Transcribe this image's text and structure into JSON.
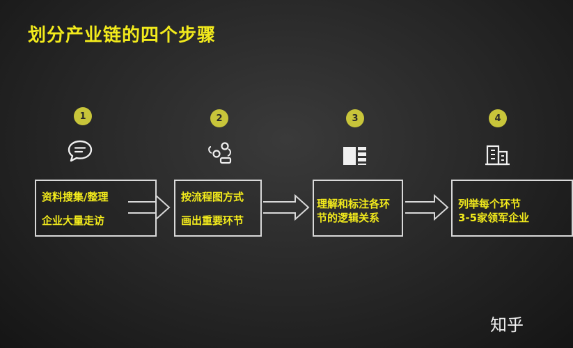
{
  "title": "划分产业链的四个步骤",
  "steps": [
    {
      "number": "1",
      "icon": "chat-bubble-icon",
      "lines": [
        "资料搜集/整理",
        "企业大量走访"
      ]
    },
    {
      "number": "2",
      "icon": "flow-chart-icon",
      "lines": [
        "按流程图方式",
        "画出重要环节"
      ]
    },
    {
      "number": "3",
      "icon": "table-grid-icon",
      "lines": [
        "理解和标注各环",
        "节的逻辑关系"
      ]
    },
    {
      "number": "4",
      "icon": "building-icon",
      "lines": [
        "列举每个环节",
        "3-5家领军企业"
      ]
    }
  ],
  "watermark": "知乎",
  "colors": {
    "accent": "#f2ea1c",
    "badge": "#c8c53a",
    "border": "#d9d9d9"
  }
}
